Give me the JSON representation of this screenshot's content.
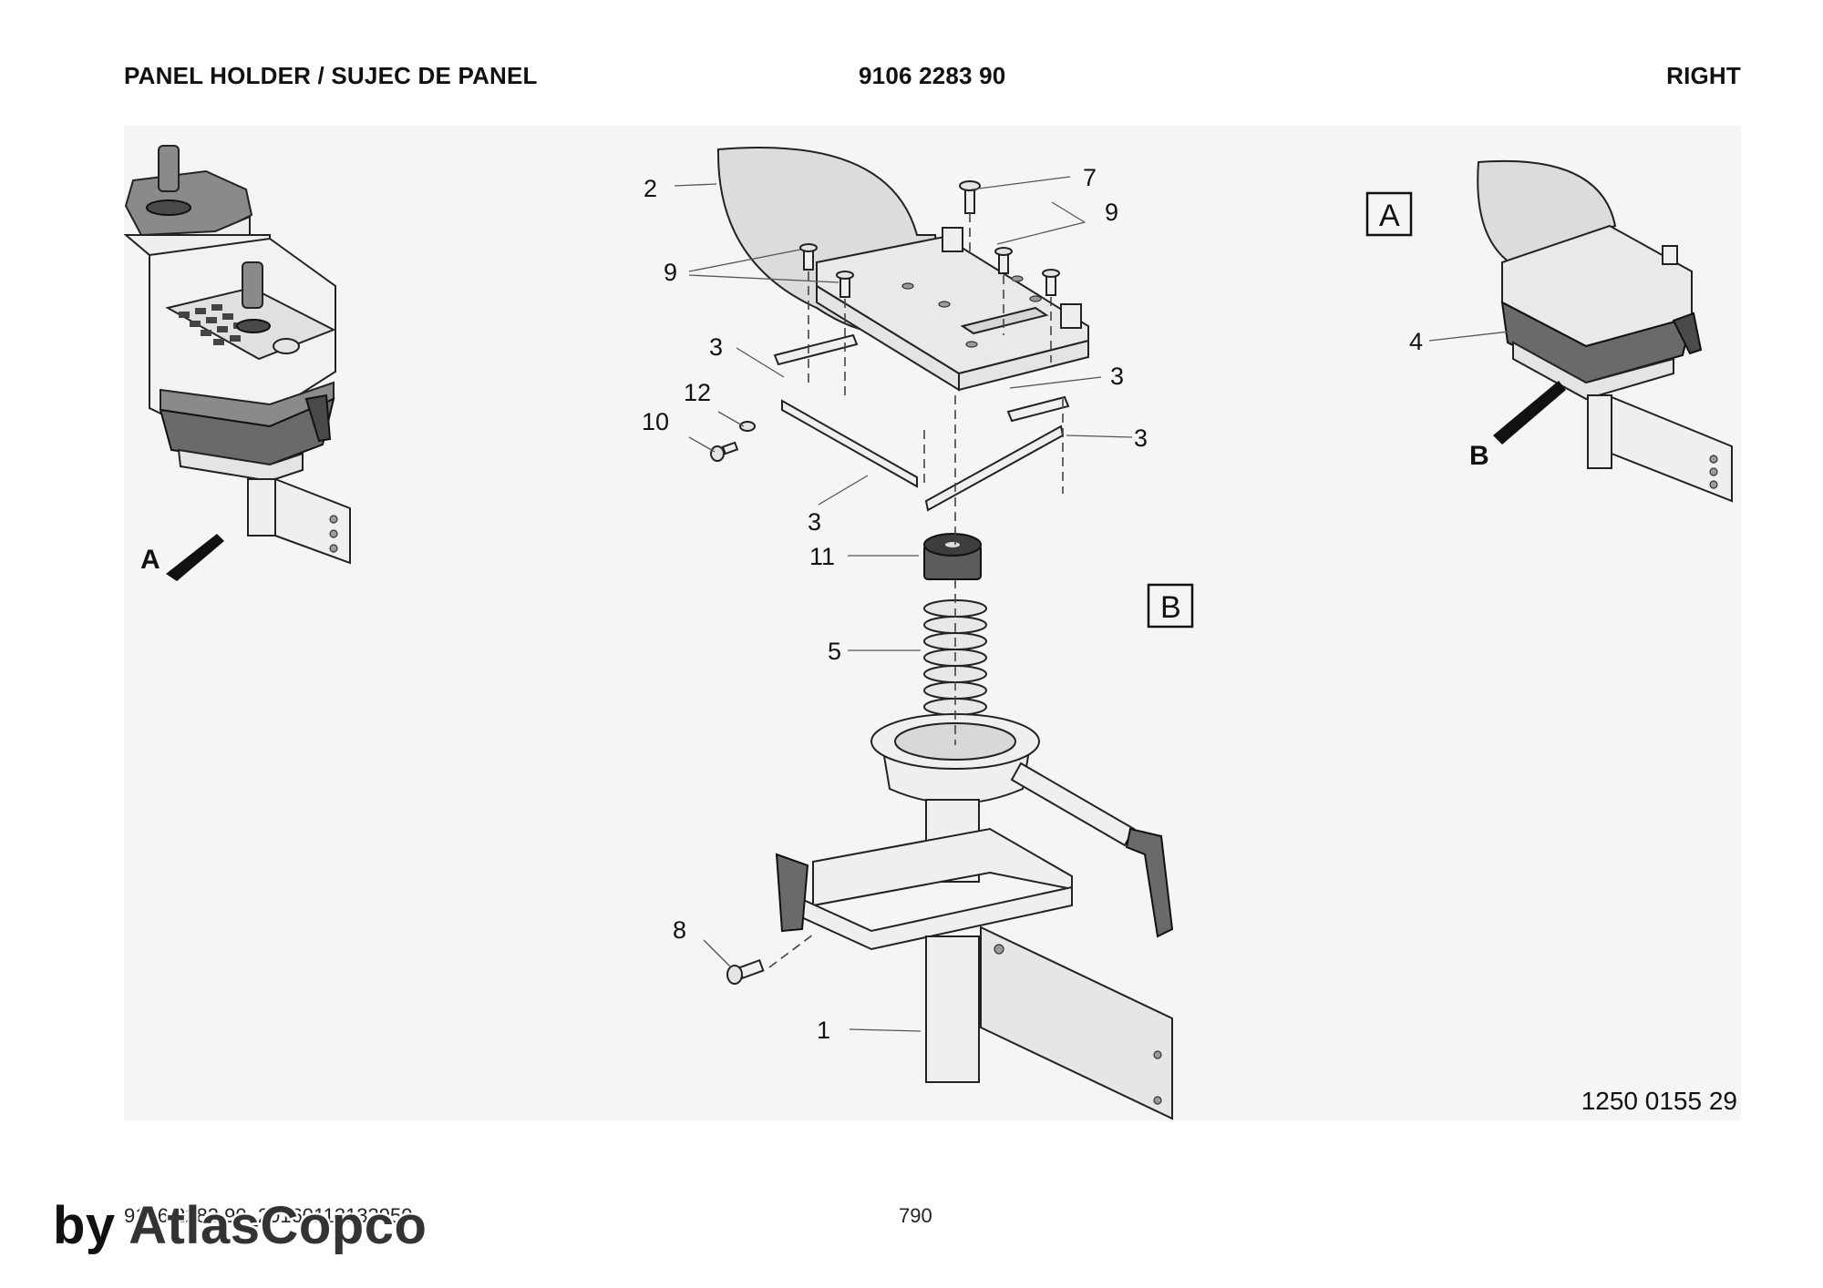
{
  "header": {
    "title": "PANEL HOLDER / SUJEC DE PANEL",
    "part_number": "9106 2283 90",
    "side": "RIGHT"
  },
  "drawing": {
    "number": "1250 0155 29",
    "view_labels": [
      "A",
      "B"
    ],
    "boxed_labels": [
      "A",
      "B"
    ],
    "callouts": {
      "c1": "1",
      "c2": "2",
      "c3a": "3",
      "c3b": "3",
      "c3c": "3",
      "c3d": "3",
      "c4": "4",
      "c5": "5",
      "c7": "7",
      "c8": "8",
      "c9a": "9",
      "c9b": "9",
      "c10": "10",
      "c11": "11",
      "c12": "12"
    }
  },
  "footer": {
    "doc_code": "9106 2283 90_20160113133950",
    "page": "790",
    "brand_prefix": "by ",
    "brand_name": "AtlasCopco"
  }
}
